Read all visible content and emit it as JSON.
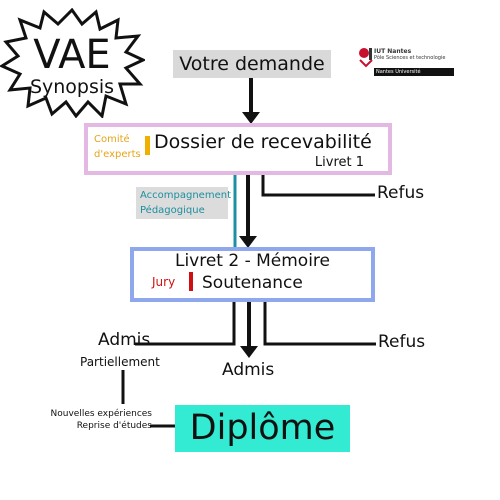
{
  "badge": {
    "line1": "VAE",
    "line2": "Synopsis"
  },
  "logo": {
    "line1": "IUT Nantes",
    "line2": "Pôle Sciences et technologie",
    "band": "Nantes Université"
  },
  "steps": {
    "request": "Votre demande",
    "box1": {
      "side_label": "Comité d'experts",
      "title": "Dossier de recevabilité",
      "subtitle": "Livret 1"
    },
    "accompaniment": "Accompagnement Pédagogique",
    "box2": {
      "title": "Livret 2 - Mémoire",
      "side_label": "Jury",
      "subtitle": "Soutenance"
    }
  },
  "outcomes": {
    "refus_1": "Refus",
    "refus_2": "Refus",
    "admis_partiel": "Admis",
    "partiel_note": "Partiellement",
    "admis": "Admis",
    "new_experience": "Nouvelles expériences Reprise d'études",
    "diploma": "Diplôme"
  },
  "colors": {
    "box1_border": "#e3b8e3",
    "committee": "#e6a51a",
    "accompaniment": "#1c8fa0",
    "box2_border": "#8fa7ec",
    "jury": "#d01010",
    "diploma_bg": "#33ebd2"
  }
}
